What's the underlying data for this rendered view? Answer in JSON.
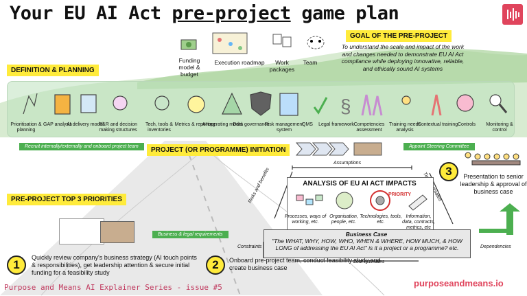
{
  "title": {
    "prefix": "Your EU AI Act ",
    "underlined": "pre-project",
    "suffix": " game plan"
  },
  "goal": {
    "label": "GOAL OF THE PRE-PROJECT",
    "text": "To understand the scale and impact of the work and changes needed to demonstrate EU AI Act compliance while deploying innovative, reliable, and ethically sound AI systems"
  },
  "top_items": [
    "Funding model & budget",
    "Execution roadmap",
    "Work packages",
    "Team"
  ],
  "definition_label": "DEFINITION & PLANNING",
  "planning_items": [
    "Prioritisation & planning",
    "GAP analysis",
    "AI delivery model",
    "R&R and decision making structures",
    "Tech, tools & inventories",
    "Metrics & reporting",
    "AI operating model",
    "Data governance",
    "Risk management system",
    "QMS",
    "Legal framework",
    "Competencies assessment",
    "Training needs analysis",
    "Contextual training",
    "Controls",
    "Monitoring & control"
  ],
  "recruit": "Recruit internally/externally and onboard project team",
  "initiation_label": "PROJECT (OR PROGRAMME) INITIATION",
  "steering": "Appoint Steering Committee",
  "priorities_label": "PRE-PROJECT TOP 3 PRIORITIES",
  "business_legal": "Business & legal requirements",
  "impacts": {
    "title": "ANALYSIS OF EU AI ACT IMPACTS",
    "priority": "PRIORITY",
    "items": [
      "Processes, ways of working, etc.",
      "Organisation, people, etc.",
      "Technologies, tools, etc.",
      "Information, data, contracts, metrics, etc"
    ]
  },
  "sides": {
    "assumptions": "Assumptions",
    "risks": "Risks and benefits",
    "time": "Time estimates",
    "constraints": "Constraints",
    "dependencies": "Dependencies",
    "cost": "Cost estimates"
  },
  "business_case": {
    "title": "Business Case",
    "text": "\"The WHAT, WHY, HOW, WHO, WHEN & WHERE, HOW MUCH, & HOW LONG of addressing the EU AI Act\" is it a project or a programme? etc."
  },
  "steps": [
    {
      "num": "1",
      "text": "Quickly review company's business strategy (AI touch points & responsibilities), get leadership attention & secure initial funding for a feasibility study"
    },
    {
      "num": "2",
      "text": "Onboard pre-project team, conduct feasibility study and create business case"
    },
    {
      "num": "3",
      "text": "Presentation to senior leadership & approval of business case"
    }
  ],
  "footer": "Purpose and Means AI Explainer Series - issue #5",
  "url": "purposeandmeans.io",
  "colors": {
    "highlight": "#ffeb3b",
    "green": "#4caf50",
    "brand": "#e0445c",
    "panel": "#c7e6c7"
  }
}
